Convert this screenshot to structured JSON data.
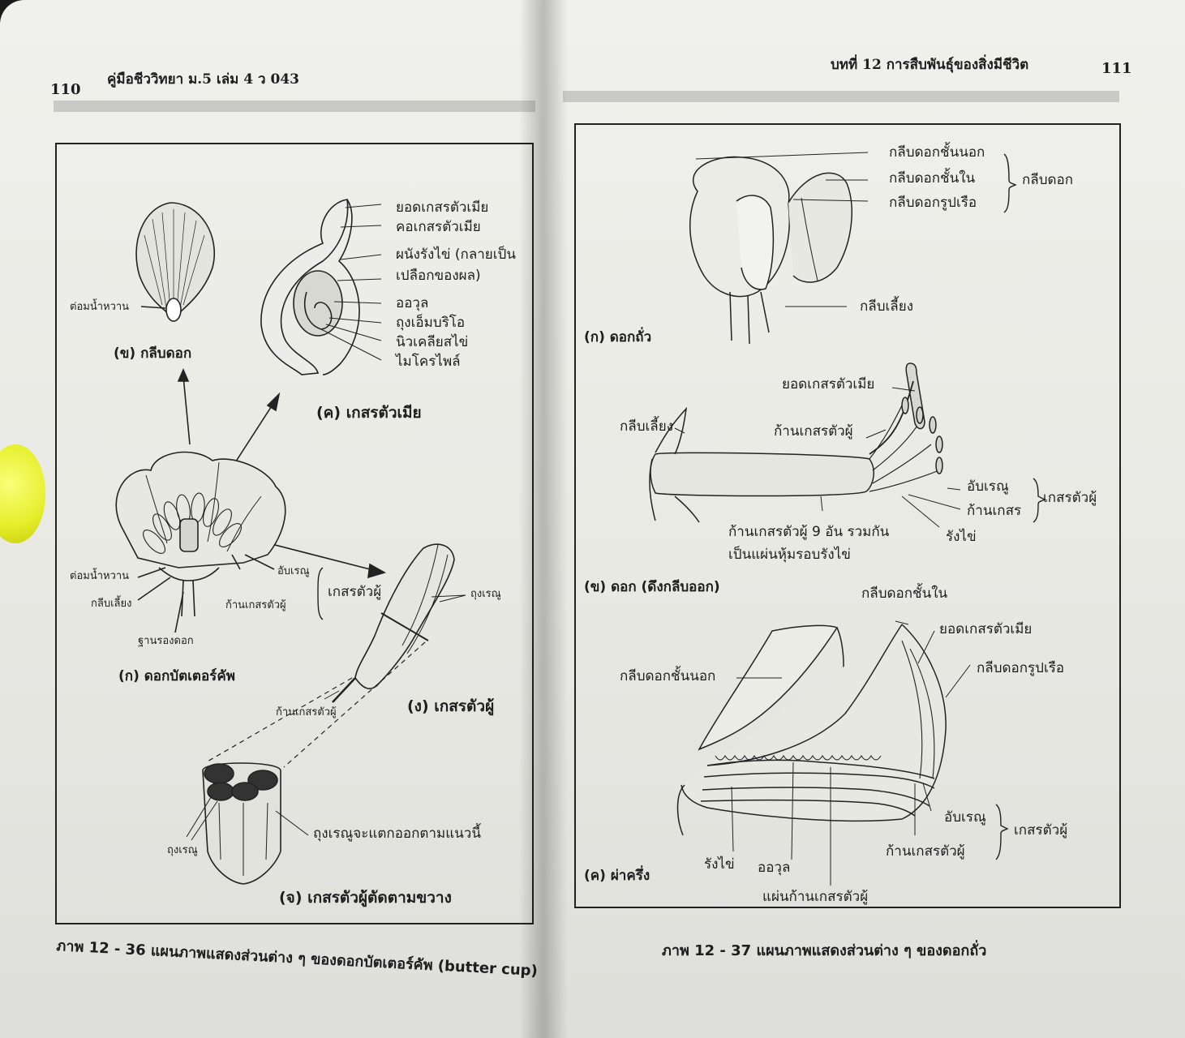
{
  "left_page": {
    "page_number": "110",
    "running_title": "คู่มือชีววิทยา ม.5 เล่ม 4 ว 043",
    "labels": {
      "petal_nectary": "ต่อมน้ำหวาน",
      "pistil_stigma": "ยอดเกสรตัวเมีย",
      "pistil_style": "คอเกสรตัวเมีย",
      "ovary_wall_1": "ผนังรังไข่ (กลายเป็น",
      "ovary_wall_2": "เปลือกของผล)",
      "ovule": "ออวุล",
      "embryo_sac": "ถุงเอ็มบริโอ",
      "egg_nucleus": "นิวเคลียสไข่",
      "micropyle": "ไมโครไพล์",
      "flower_nectary": "ต่อมน้ำหวาน",
      "flower_sepal": "กลีบเลี้ยง",
      "flower_receptacle": "ฐานรองดอก",
      "flower_anther": "อับเรณู",
      "flower_filament": "ก้านเกสรตัวผู้",
      "flower_stamen_group": "เกสรตัวผู้",
      "pollen_sac": "ถุงเรณู",
      "stamen_filament": "ก้านเกสรตัวผู้",
      "cross_pollen_sac": "ถุงเรณู",
      "cross_split_line": "ถุงเรณูจะแตกออกตามแนวนี้"
    },
    "captions": {
      "petal": "(ข) กลีบดอก",
      "pistil": "(ค) เกสรตัวเมีย",
      "flower": "(ก) ดอกบัตเตอร์คัพ",
      "stamen": "(ง) เกสรตัวผู้",
      "cross_section": "(จ) เกสรตัวผู้ตัดตามขวาง"
    },
    "figure_caption": "ภาพ 12 - 36 แผนภาพแสดงส่วนต่าง ๆ ของดอกบัตเตอร์คัพ (butter cup)"
  },
  "right_page": {
    "page_number": "111",
    "running_title": "บทที่ 12 การสืบพันธุ์ของสิ่งมีชีวิต",
    "labels": {
      "a_standard": "กลีบดอกชั้นนอก",
      "a_wing": "กลีบดอกชั้นใน",
      "a_keel": "กลีบดอกรูปเรือ",
      "a_petal_group": "กลีบดอก",
      "a_sepal": "กลีบเลี้ยง",
      "b_stigma": "ยอดเกสรตัวเมีย",
      "b_sepal": "กลีบเลี้ยง",
      "b_filament": "ก้านเกสรตัวผู้",
      "b_anther": "อับเรณู",
      "b_filament_2": "ก้านเกสร",
      "b_stamen_group": "เกสรตัวผู้",
      "b_ovary": "รังไข่",
      "b_fused_1": "ก้านเกสรตัวผู้ 9 อัน รวมกัน",
      "b_fused_2": "เป็นแผ่นหุ้มรอบรังไข่",
      "c_wing": "กลีบดอกชั้นใน",
      "c_stigma": "ยอดเกสรตัวเมีย",
      "c_standard": "กลีบดอกชั้นนอก",
      "c_keel": "กลีบดอกรูปเรือ",
      "c_anther": "อับเรณู",
      "c_stamen_group": "เกสรตัวผู้",
      "c_filament": "ก้านเกสรตัวผู้",
      "c_ovary": "รังไข่",
      "c_ovule": "ออวุล",
      "c_sheet": "แผ่นก้านเกสรตัวผู้"
    },
    "captions": {
      "flower": "(ก) ดอกถั่ว",
      "dissected": "(ข) ดอก (ดึงกลีบออก)",
      "half": "(ค) ผ่าครึ่ง"
    },
    "figure_caption": "ภาพ 12 - 37 แผนภาพแสดงส่วนต่าง ๆ ของดอกถั่ว"
  }
}
